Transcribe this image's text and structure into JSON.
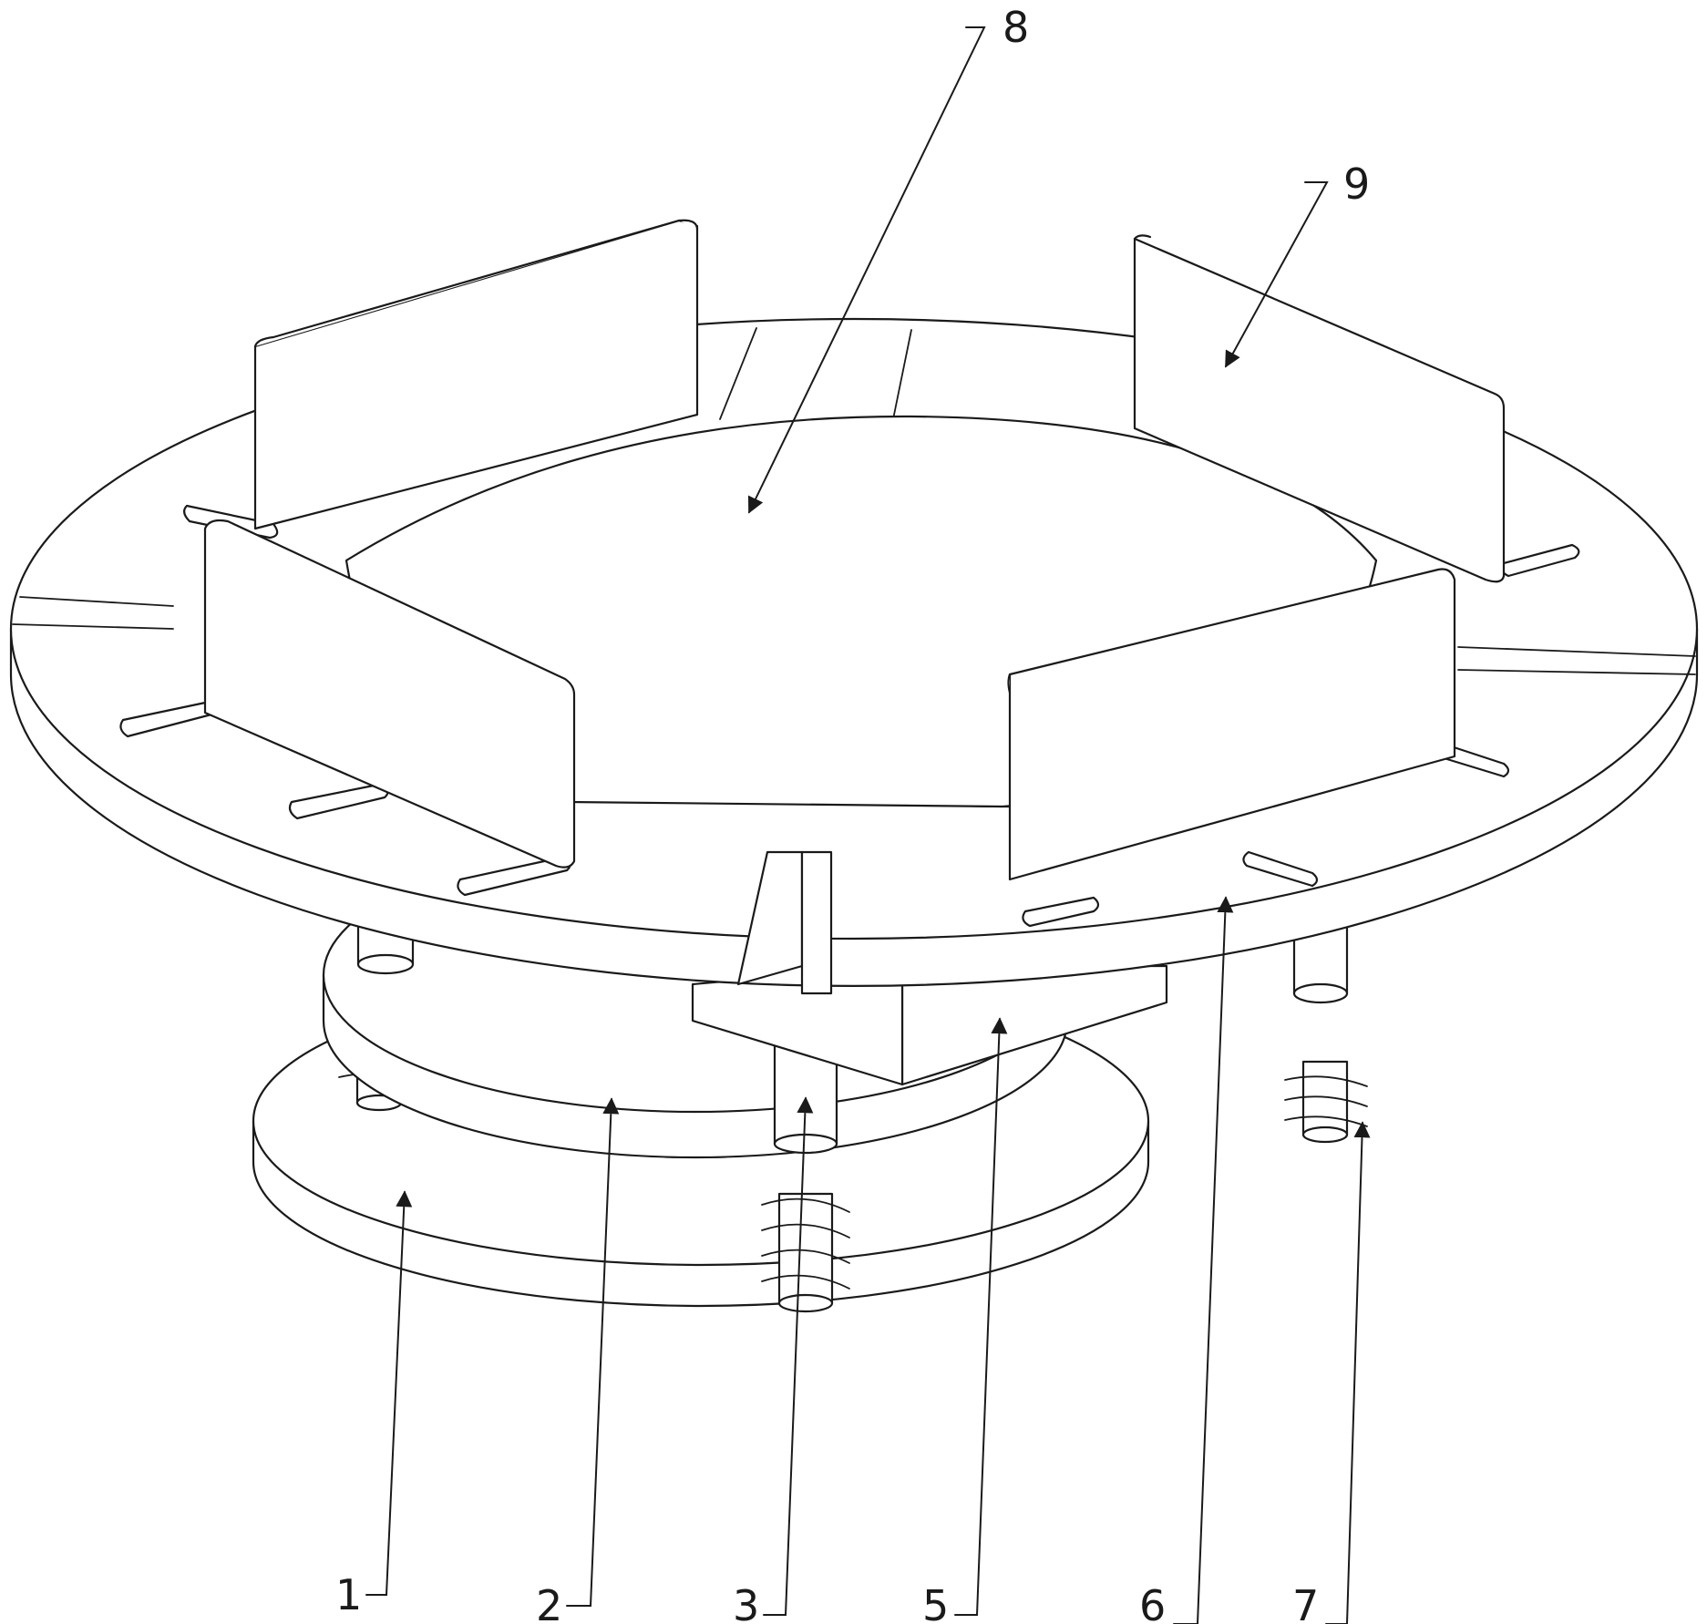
{
  "labels": {
    "l1": "1",
    "l2": "2",
    "l3": "3",
    "l5": "5",
    "l6": "6",
    "l7": "7",
    "l8": "8",
    "l9": "9"
  },
  "colors": {
    "line": "#1a1a1a",
    "paper": "#ffffff"
  }
}
